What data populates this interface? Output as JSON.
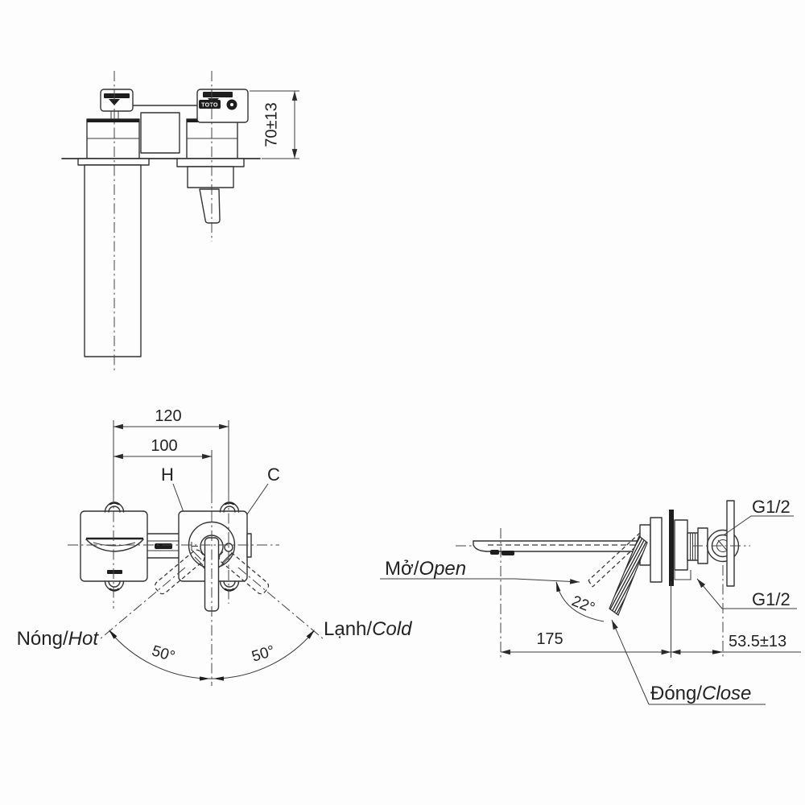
{
  "brand": "TOTO",
  "top_view": {
    "height_dim": "70±13"
  },
  "front_view": {
    "width_dim_outer": "120",
    "width_dim_inner": "100",
    "hot_port": "H",
    "cold_port": "C",
    "hot_vi": "Nóng/",
    "hot_en": "Hot",
    "cold_vi": "Lạnh/",
    "cold_en": "Cold",
    "swing_left": "50°",
    "swing_right": "50°"
  },
  "side_view": {
    "open_vi": "Mở/",
    "open_en": "Open",
    "close_vi": "Đóng/",
    "close_en": "Close",
    "open_angle": "22°",
    "spout_dim": "175",
    "depth_dim": "53.5±13",
    "thread_top": "G1/2",
    "thread_bottom": "G1/2"
  },
  "colors": {
    "line": "#333333",
    "text": "#232323",
    "dark_fill": "#1e1e1e",
    "background": "#fdfdfd"
  }
}
